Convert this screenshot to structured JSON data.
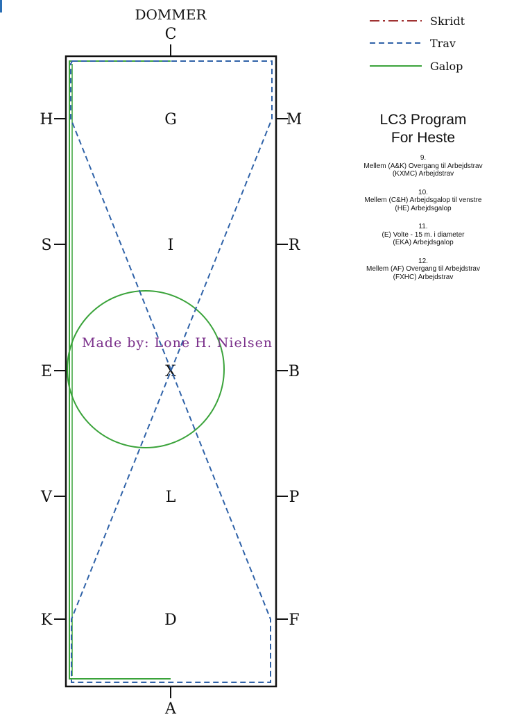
{
  "arena": {
    "judge_label": "DOMMER",
    "letters": {
      "C": "C",
      "H": "H",
      "M": "M",
      "G": "G",
      "S": "S",
      "R": "R",
      "I": "I",
      "E": "E",
      "B": "B",
      "X": "X",
      "V": "V",
      "P": "P",
      "L": "L",
      "K": "K",
      "F": "F",
      "D": "D",
      "A": "A"
    },
    "credit": "Made by: Lone H. Nielsen"
  },
  "legend": {
    "items": [
      {
        "label": "Skridt",
        "color": "#a03232",
        "style": "dash-dot"
      },
      {
        "label": "Trav",
        "color": "#2f62a8",
        "style": "dashed"
      },
      {
        "label": "Galop",
        "color": "#3aa33a",
        "style": "solid"
      }
    ]
  },
  "program": {
    "title_line1": "LC3 Program",
    "title_line2": "For Heste",
    "steps": [
      {
        "number": "9.",
        "line1": "Mellem (A&K) Overgang til Arbejdstrav",
        "line2": "(KXMC) Arbejdstrav"
      },
      {
        "number": "10.",
        "line1": "Mellem (C&H) Arbejdsgalop til venstre",
        "line2": "(HE) Arbejdsgalop"
      },
      {
        "number": "11.",
        "line1": "(E) Volte - 15 m. i diameter",
        "line2": "(EKA) Arbejdsgalop"
      },
      {
        "number": "12.",
        "line1": "Mellem (AF) Overgang til Arbejdstrav",
        "line2": "(FXHC) Arbejdstrav"
      }
    ]
  }
}
